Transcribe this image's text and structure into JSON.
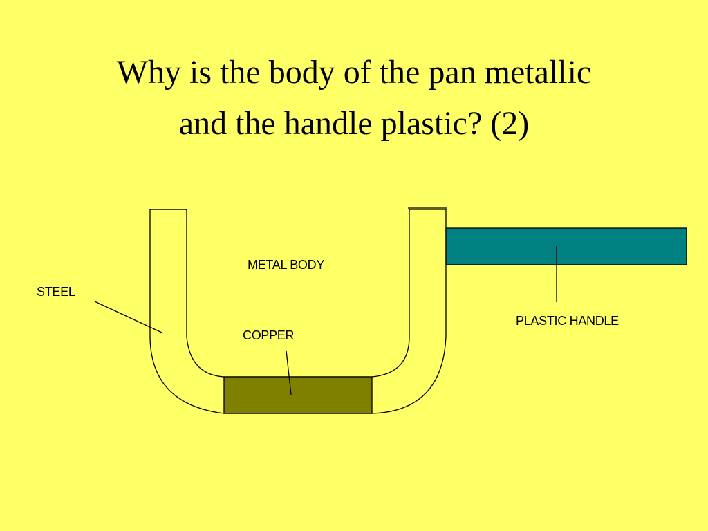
{
  "slide": {
    "background": "#FFFF66",
    "title_line1": "Why is the body of the pan metallic",
    "title_line2": "and the handle plastic? (2)"
  },
  "diagram": {
    "labels": {
      "metal_body": "METAL BODY",
      "steel": "STEEL",
      "copper": "COPPER",
      "plastic_handle": "PLASTIC HANDLE"
    },
    "colors": {
      "steel": "#FFFF66",
      "copper": "#808000",
      "plastic_handle": "#008080",
      "outline": "#000000"
    }
  }
}
